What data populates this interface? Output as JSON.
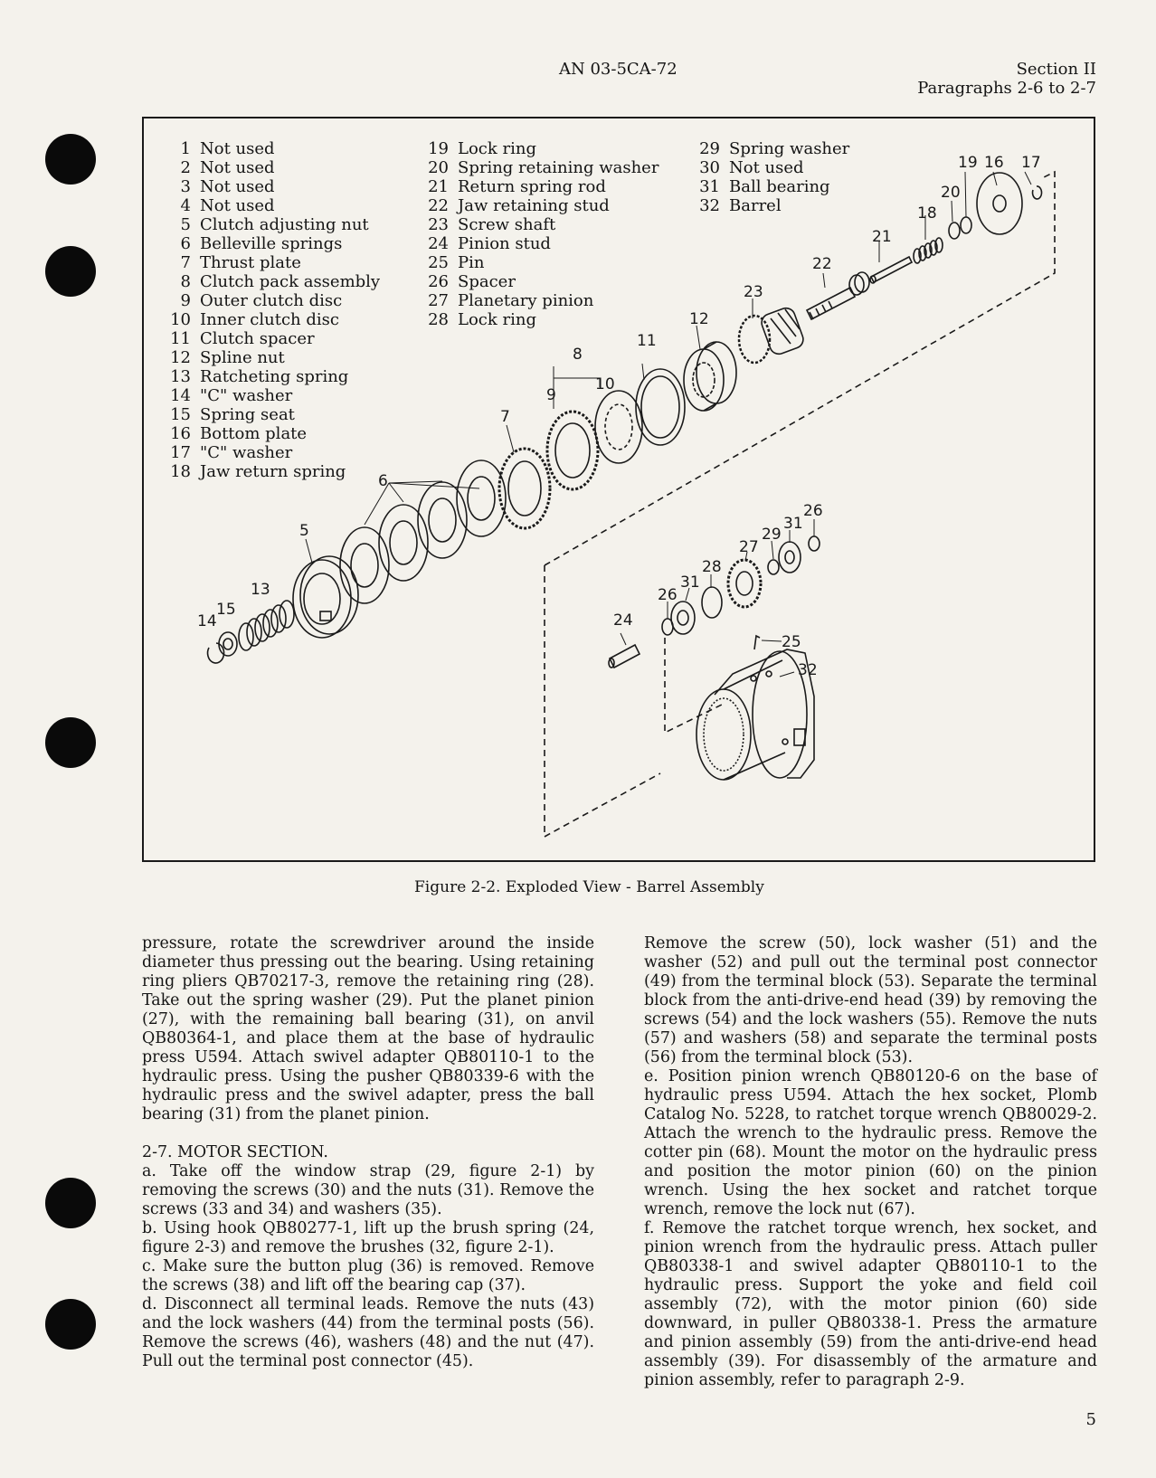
{
  "header": {
    "doc_number": "AN 03-5CA-72",
    "section": "Section II",
    "paragraphs": "Paragraphs 2-6 to 2-7"
  },
  "figure": {
    "caption": "Figure 2-2.  Exploded View - Barrel Assembly",
    "legend_col1": [
      {
        "num": "1",
        "label": "Not used"
      },
      {
        "num": "2",
        "label": "Not used"
      },
      {
        "num": "3",
        "label": "Not used"
      },
      {
        "num": "4",
        "label": "Not used"
      },
      {
        "num": "5",
        "label": "Clutch adjusting nut"
      },
      {
        "num": "6",
        "label": "Belleville springs"
      },
      {
        "num": "7",
        "label": "Thrust plate"
      },
      {
        "num": "8",
        "label": "Clutch pack assembly"
      },
      {
        "num": "9",
        "label": "Outer clutch disc"
      },
      {
        "num": "10",
        "label": "Inner clutch disc"
      },
      {
        "num": "11",
        "label": "Clutch spacer"
      },
      {
        "num": "12",
        "label": "Spline nut"
      },
      {
        "num": "13",
        "label": "Ratcheting spring"
      },
      {
        "num": "14",
        "label": "\"C\" washer"
      },
      {
        "num": "15",
        "label": "Spring seat"
      },
      {
        "num": "16",
        "label": "Bottom plate"
      },
      {
        "num": "17",
        "label": "\"C\" washer"
      },
      {
        "num": "18",
        "label": "Jaw return spring"
      }
    ],
    "legend_col2": [
      {
        "num": "19",
        "label": "Lock ring"
      },
      {
        "num": "20",
        "label": "Spring retaining washer"
      },
      {
        "num": "21",
        "label": "Return spring rod"
      },
      {
        "num": "22",
        "label": "Jaw retaining stud"
      },
      {
        "num": "23",
        "label": "Screw shaft"
      },
      {
        "num": "24",
        "label": "Pinion stud"
      },
      {
        "num": "25",
        "label": "Pin"
      },
      {
        "num": "26",
        "label": "Spacer"
      },
      {
        "num": "27",
        "label": "Planetary pinion"
      },
      {
        "num": "28",
        "label": "Lock ring"
      }
    ],
    "legend_col3": [
      {
        "num": "29",
        "label": "Spring washer"
      },
      {
        "num": "30",
        "label": "Not used"
      },
      {
        "num": "31",
        "label": "Ball bearing"
      },
      {
        "num": "32",
        "label": "Barrel"
      }
    ],
    "callouts": {
      "c5": "5",
      "c6": "6",
      "c7": "7",
      "c8": "8",
      "c9": "9",
      "c10": "10",
      "c11": "11",
      "c12": "12",
      "c13": "13",
      "c14": "14",
      "c15": "15",
      "c16": "16",
      "c17": "17",
      "c18": "18",
      "c19": "19",
      "c20": "20",
      "c21": "21",
      "c22": "22",
      "c23": "23",
      "c24": "24",
      "c25": "25",
      "c26a": "26",
      "c26b": "26",
      "c27": "27",
      "c28": "28",
      "c29": "29",
      "c31a": "31",
      "c31b": "31",
      "c32": "32"
    }
  },
  "left_column": [
    "pressure, rotate the screwdriver around the inside diameter thus pressing out the bearing. Using retaining ring pliers QB70217-3, remove the retaining ring (28). Take out the spring washer (29). Put the planet pinion (27), with the remaining ball bearing (31), on anvil QB80364-1, and place them at the base of hydraulic press U594. Attach swivel adapter QB80110-1 to the hydraulic press. Using the pusher QB80339-6 with the hydraulic press and the swivel adapter, press the ball bearing (31) from the planet pinion.",
    "2-7. MOTOR SECTION.",
    "a. Take off the window strap (29, figure 2-1) by removing the screws (30) and the nuts (31). Remove the screws (33 and 34) and washers (35).",
    "b. Using hook QB80277-1, lift up the brush spring (24, figure 2-3) and remove the brushes (32, figure 2-1).",
    "c. Make sure the button plug (36) is removed. Remove the screws (38) and lift off the bearing cap (37).",
    "d. Disconnect all terminal leads. Remove the nuts (43) and the lock washers (44) from the terminal posts (56). Remove the screws (46), washers (48) and the nut (47). Pull out the terminal post connector (45)."
  ],
  "right_column": [
    "Remove the screw (50), lock washer (51) and the washer (52) and pull out the terminal post connector (49) from the terminal block (53). Separate the terminal block from the anti-drive-end head (39) by removing the screws (54) and the lock washers (55). Remove the nuts (57) and washers (58) and separate the terminal posts (56) from the terminal block (53).",
    "e. Position pinion wrench QB80120-6 on the base of hydraulic press U594. Attach the hex socket, Plomb Catalog No. 5228, to ratchet torque wrench QB80029-2. Attach the wrench to the hydraulic press. Remove the cotter pin (68). Mount the motor on the hydraulic press and position the motor pinion (60) on the pinion wrench. Using the hex socket and ratchet torque wrench, remove the lock nut (67).",
    "f. Remove the ratchet torque wrench, hex socket, and pinion wrench from the hydraulic press. Attach puller QB80338-1 and swivel adapter QB80110-1 to the hydraulic press. Support the yoke and field coil assembly (72), with the motor pinion (60) side downward, in puller QB80338-1. Press the armature and pinion assembly (59) from the anti-drive-end head assembly (39). For disassembly of the armature and pinion assembly, refer to paragraph 2-9."
  ],
  "page_number": "5"
}
